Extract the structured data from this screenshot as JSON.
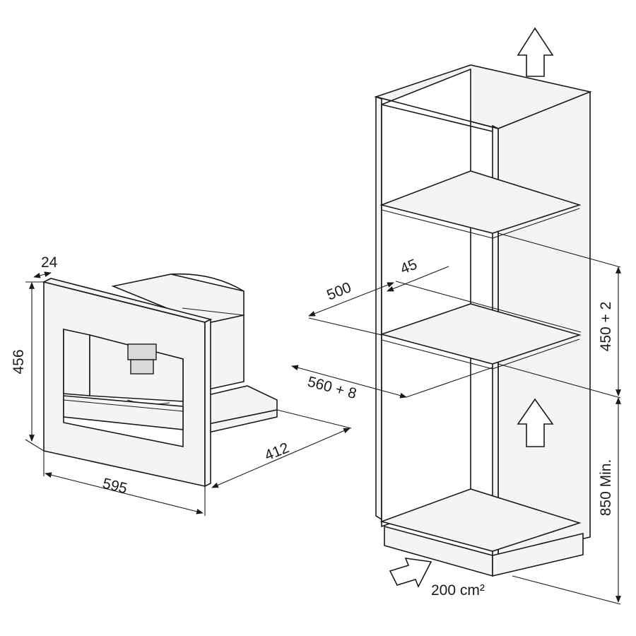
{
  "diagram": {
    "dimensions": {
      "frame_depth": "24",
      "height": "456",
      "width": "595",
      "depth": "412",
      "niche_depth": "500",
      "gap": "45",
      "niche_width": "560 + 8",
      "niche_height": "450 + 2",
      "floor_height": "850 Min.",
      "ventilation": "200 cm²"
    },
    "colors": {
      "line": "#1a1a1a",
      "panel": "#f4f4f4",
      "background": "#ffffff"
    }
  }
}
